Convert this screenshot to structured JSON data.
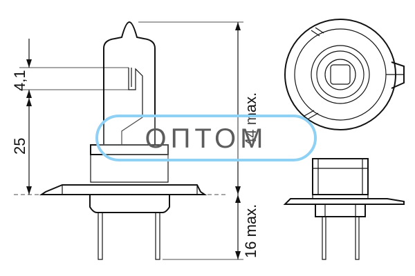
{
  "dimensions": {
    "filament_offset": "4,1",
    "filament_height": "25",
    "total_length": "44 max.",
    "base_length": "16 max."
  },
  "watermark": {
    "text": "ОПТОМ",
    "border_color": "#8fd0f5"
  },
  "colors": {
    "line": "#111111",
    "glass_fill": "#eeeeee"
  }
}
